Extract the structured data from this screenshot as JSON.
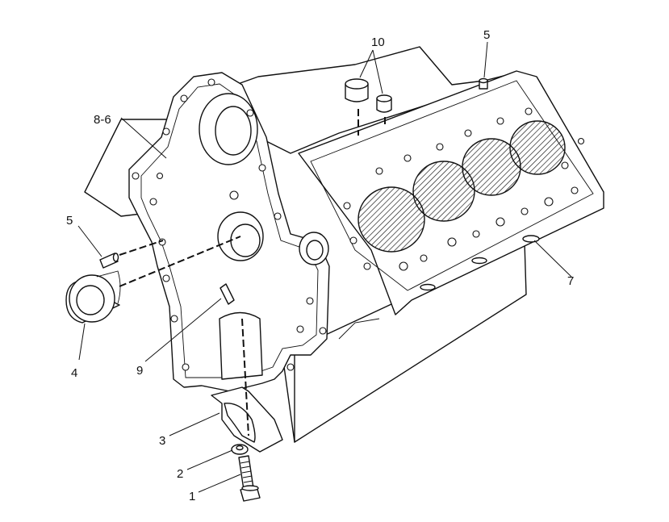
{
  "callouts": {
    "c1": "1",
    "c2": "2",
    "c3": "3",
    "c4": "4",
    "c5_left": "5",
    "c5_top": "5",
    "c7": "7",
    "c8_6": "8-6",
    "c9": "9",
    "c10": "10"
  }
}
